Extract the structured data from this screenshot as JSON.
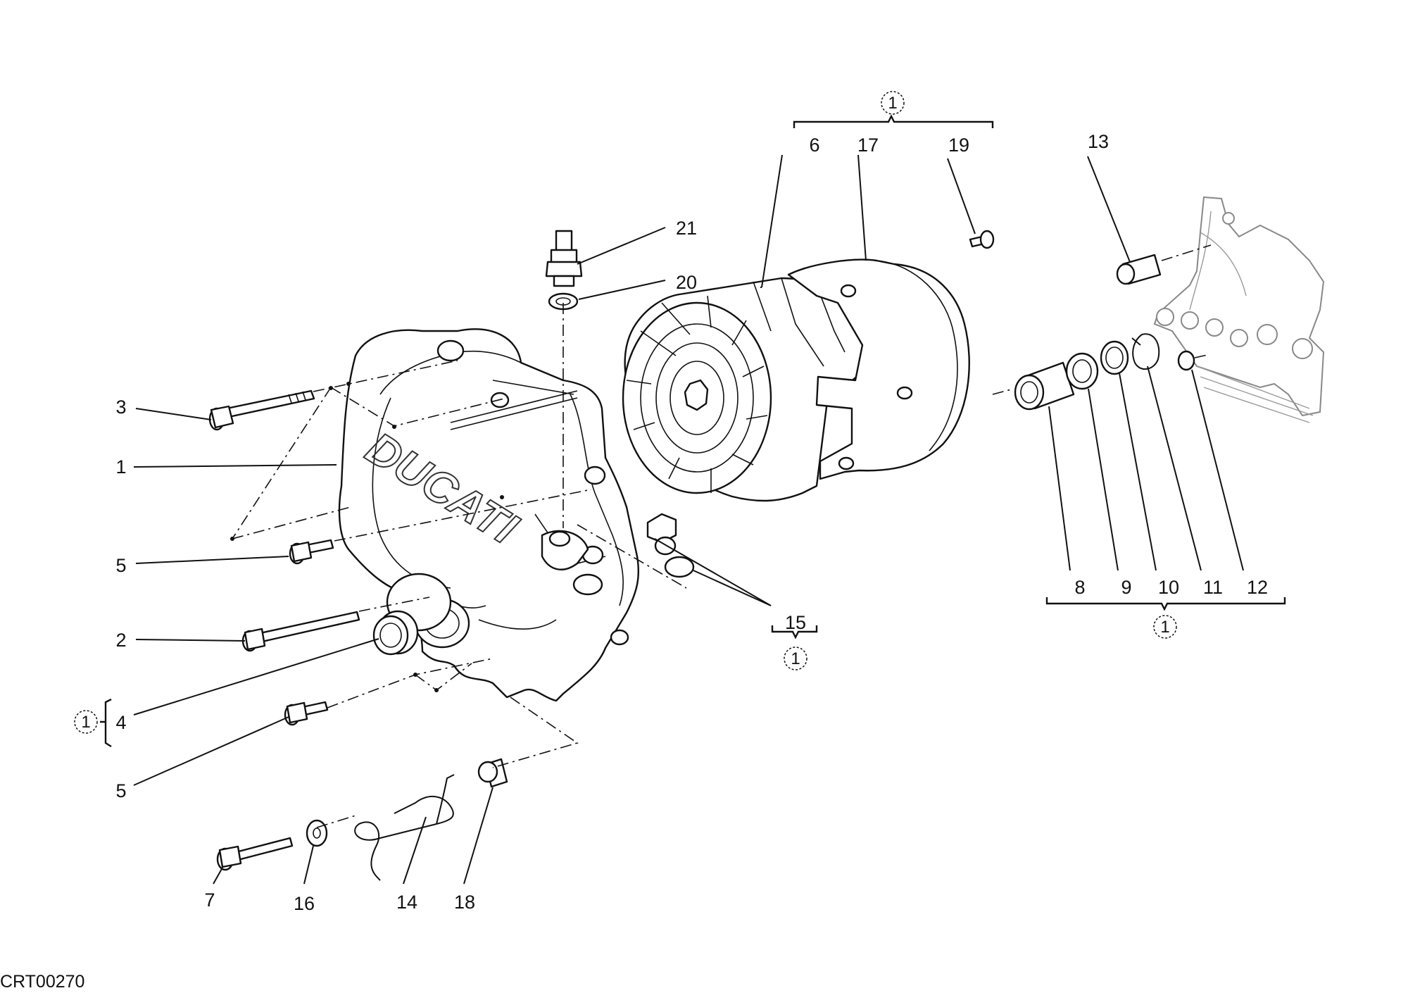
{
  "drawing_code": "CRT00270",
  "brand_text": "DUCATI",
  "group_marker": "1",
  "callouts": [
    "1",
    "2",
    "3",
    "4",
    "5",
    "6",
    "7",
    "8",
    "9",
    "10",
    "11",
    "12",
    "13",
    "14",
    "15",
    "16",
    "17",
    "18",
    "19",
    "20",
    "21"
  ]
}
